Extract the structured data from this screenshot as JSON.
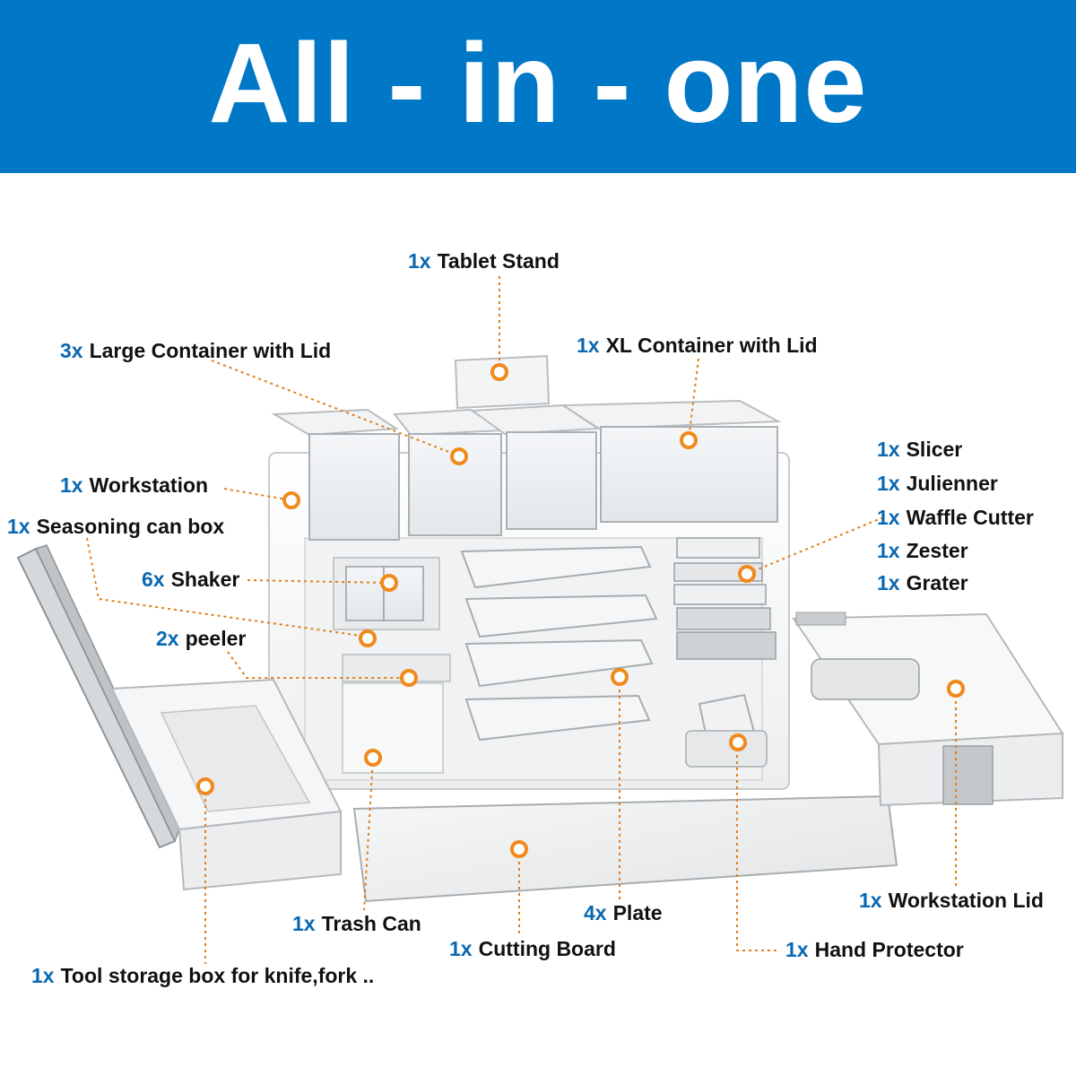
{
  "banner": {
    "title": "All - in - one",
    "color": "#0077c7"
  },
  "accent_color": "#f08a1c",
  "labels": {
    "tablet_stand": {
      "qty": "1x",
      "name": "Tablet Stand"
    },
    "large_container": {
      "qty": "3x",
      "name": "Large Container with Lid"
    },
    "xl_container": {
      "qty": "1x",
      "name": "XL Container with Lid"
    },
    "workstation": {
      "qty": "1x",
      "name": "Workstation"
    },
    "seasoning_box": {
      "qty": "1x",
      "name": "Seasoning can box"
    },
    "shaker": {
      "qty": "6x",
      "name": "Shaker"
    },
    "peeler": {
      "qty": "2x",
      "name": "peeler"
    },
    "slicer": {
      "qty": "1x",
      "name": "Slicer"
    },
    "julienner": {
      "qty": "1x",
      "name": "Julienner"
    },
    "waffle_cutter": {
      "qty": "1x",
      "name": "Waffle Cutter"
    },
    "zester": {
      "qty": "1x",
      "name": "Zester"
    },
    "grater": {
      "qty": "1x",
      "name": "Grater"
    },
    "workstation_lid": {
      "qty": "1x",
      "name": "Workstation Lid"
    },
    "trash_can": {
      "qty": "1x",
      "name": "Trash Can"
    },
    "plate": {
      "qty": "4x",
      "name": "Plate"
    },
    "cutting_board": {
      "qty": "1x",
      "name": "Cutting Board"
    },
    "hand_protector": {
      "qty": "1x",
      "name": "Hand Protector"
    },
    "tool_storage": {
      "qty": "1x",
      "name": "Tool storage box for knife,fork .."
    }
  }
}
